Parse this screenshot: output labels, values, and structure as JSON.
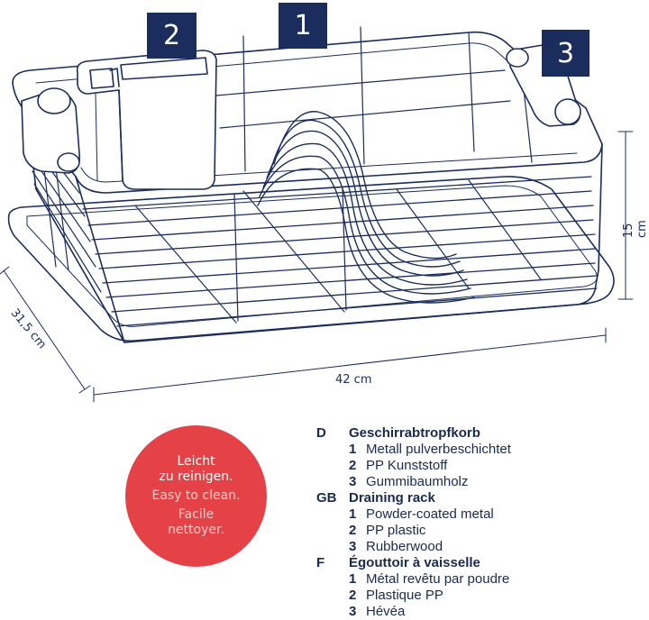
{
  "callouts": {
    "one": "1",
    "two": "2",
    "three": "3"
  },
  "dimensions": {
    "width": "42 cm",
    "height": "15 cm",
    "depth": "31,5 cm"
  },
  "badge": {
    "de": [
      "Leicht",
      "zu reinigen."
    ],
    "en": "Easy to clean.",
    "fr": [
      "Facile",
      "nettoyer."
    ]
  },
  "legend": [
    {
      "code": "D",
      "title": "Geschirrabtropfkorb",
      "items": [
        {
          "num": "1",
          "text": "Metall pulverbeschichtet"
        },
        {
          "num": "2",
          "text": "PP Kunststoff"
        },
        {
          "num": "3",
          "text": "Gummibaumholz"
        }
      ]
    },
    {
      "code": "GB",
      "title": "Draining rack",
      "items": [
        {
          "num": "1",
          "text": "Powder-coated metal"
        },
        {
          "num": "2",
          "text": "PP plastic"
        },
        {
          "num": "3",
          "text": "Rubberwood"
        }
      ]
    },
    {
      "code": "F",
      "title": "Égouttoir à vaisselle",
      "items": [
        {
          "num": "1",
          "text": "Métal revêtu par poudre"
        },
        {
          "num": "2",
          "text": "Plastique PP"
        },
        {
          "num": "3",
          "text": "Hévéa"
        }
      ]
    }
  ],
  "colors": {
    "line": "#1b2d5c",
    "badge": "#e44246",
    "callout": "#1b2d5c"
  }
}
